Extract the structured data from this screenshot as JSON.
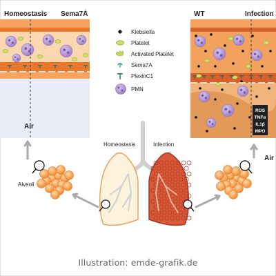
{
  "panels": {
    "left_title": "Homeostasis",
    "left_subtitle": "Sema7A",
    "left_subtitle_sup": "-/-",
    "left_air": "Air",
    "right_title": "WT",
    "right_title2": "Infection",
    "right_air": "Air",
    "cytokines": [
      "ROS",
      "TNFα",
      "IL1β",
      "MPO"
    ]
  },
  "legend": {
    "items": [
      {
        "label": "Klebsiella",
        "icon": "klebsiella-dot-icon"
      },
      {
        "label": "Platelet",
        "icon": "platelet-icon"
      },
      {
        "label": "Activated Platelet",
        "icon": "activated-platelet-icon"
      },
      {
        "label": "Sema7A",
        "icon": "sema7a-icon"
      },
      {
        "label": "PlexinC1",
        "icon": "plexinc1-icon"
      },
      {
        "label": "PMN",
        "icon": "pmn-icon"
      }
    ]
  },
  "lungs": {
    "left_label": "Homeostasis",
    "right_label": "Infection",
    "alveoli_label": "Alveoli"
  },
  "credit": "Illustration: emde-grafik.de",
  "colors": {
    "tissue_orange": "#ef8a3c",
    "tissue_light": "#f7b97a",
    "pmn_purple": "#a98bcc",
    "platelet_green": "#d2de6a",
    "sema7a_teal": "#2a9a8a",
    "alveoli_orange": "#f6a04d",
    "infected_red": "#c84a2e"
  }
}
